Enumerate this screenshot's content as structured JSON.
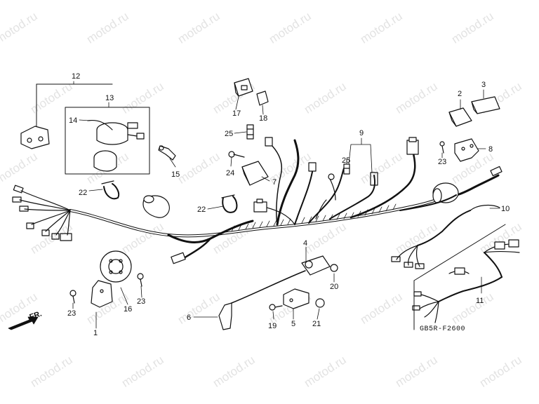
{
  "watermark": "motod.ru",
  "diagram_code": "GB5R-F2600",
  "direction_label": "FR.",
  "callouts": {
    "c1": "1",
    "c2": "2",
    "c3": "3",
    "c4": "4",
    "c5": "5",
    "c6": "6",
    "c7": "7",
    "c8": "8",
    "c9": "9",
    "c10": "10",
    "c11": "11",
    "c12": "12",
    "c13": "13",
    "c14": "14",
    "c15": "15",
    "c16": "16",
    "c17": "17",
    "c18": "18",
    "c19": "19",
    "c20": "20",
    "c21": "21",
    "c22a": "22",
    "c22b": "22",
    "c23a": "23",
    "c23b": "23",
    "c23c": "23",
    "c24": "24",
    "c25a": "25",
    "c25b": "25"
  }
}
